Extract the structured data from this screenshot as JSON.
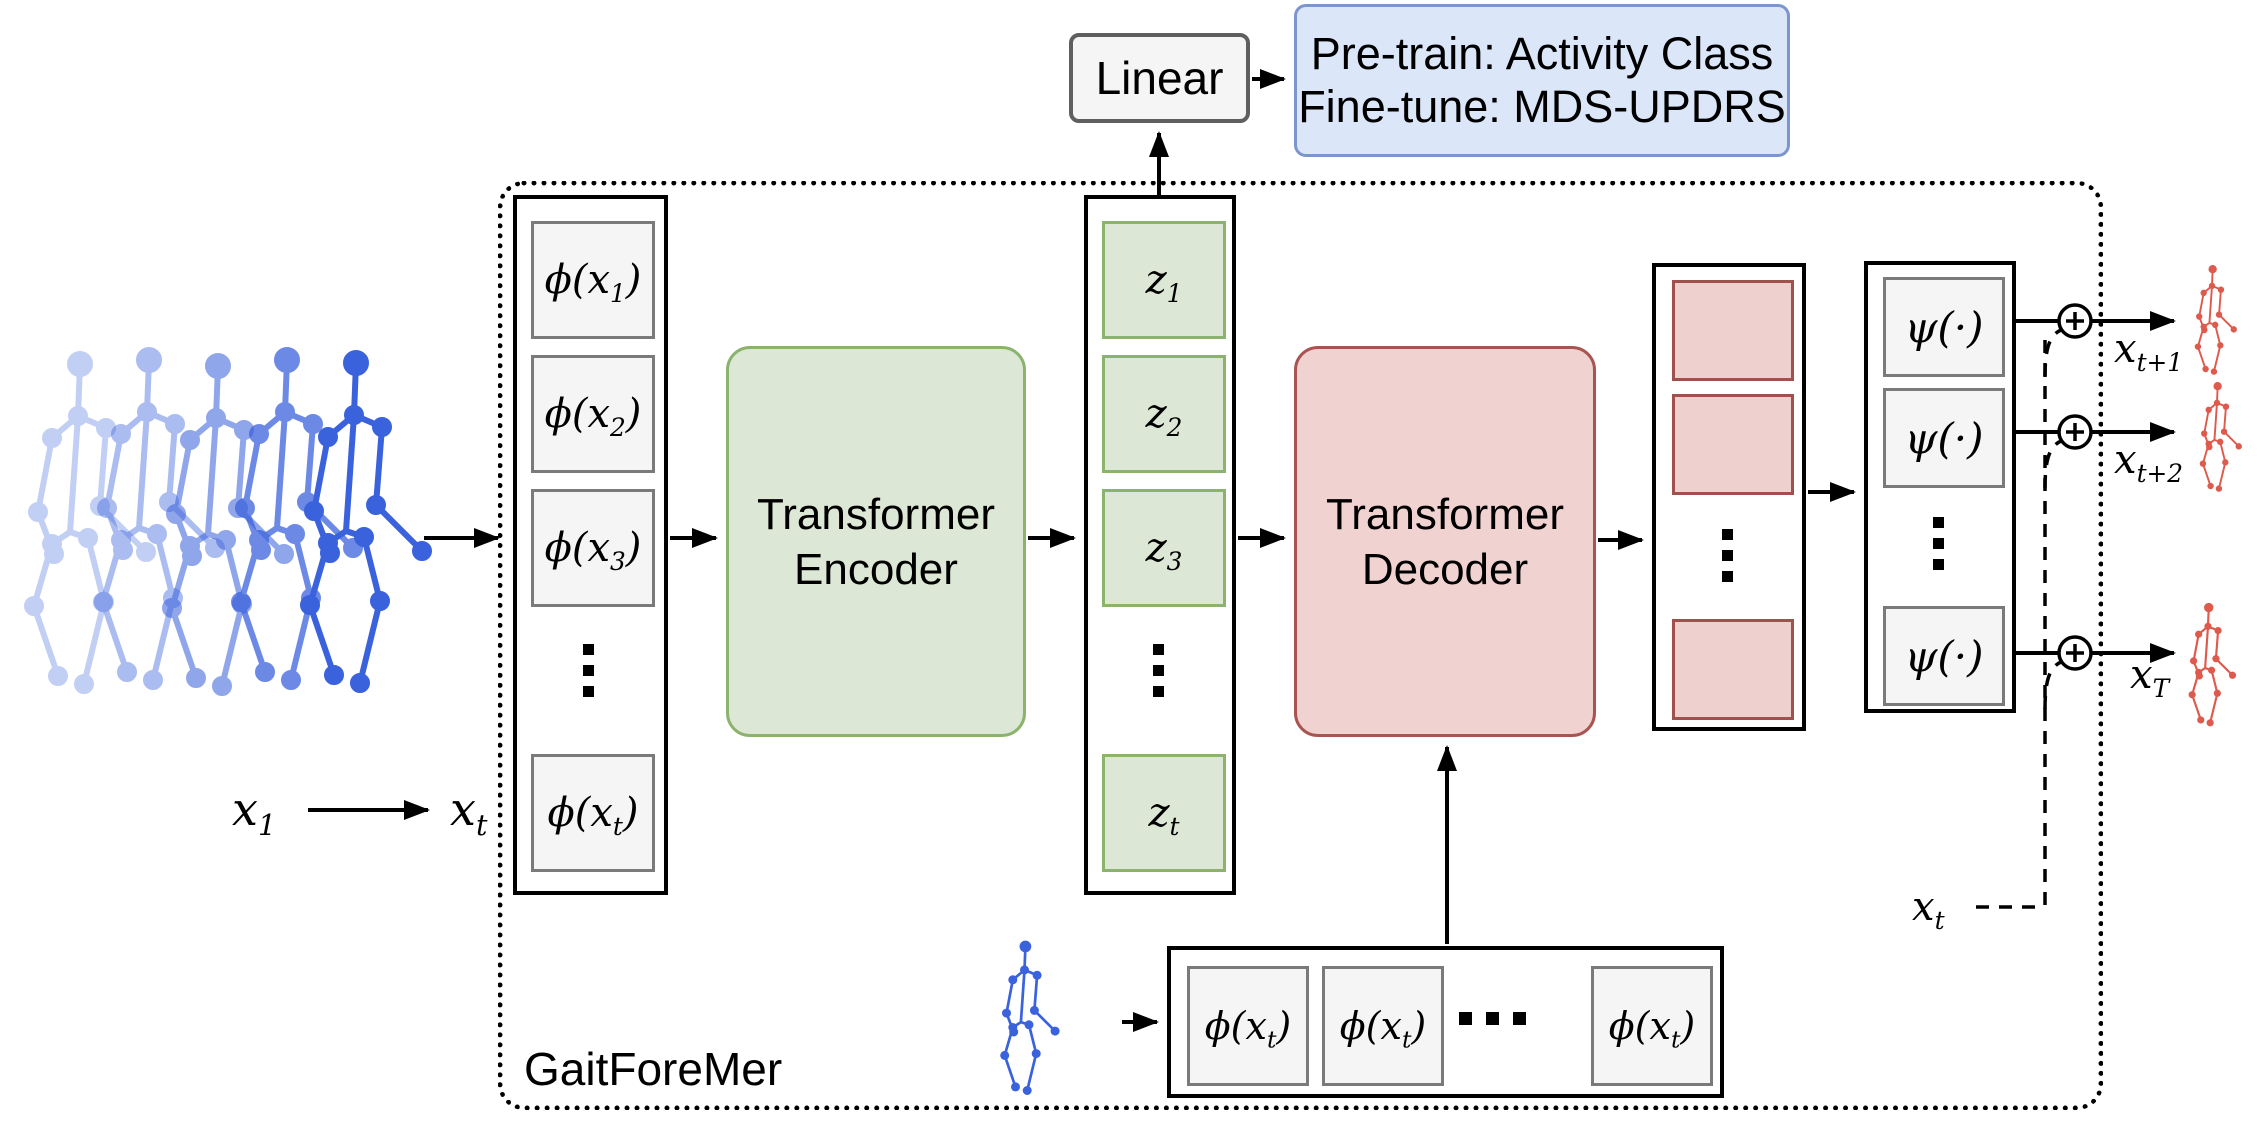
{
  "model_label": "GaitForeMer",
  "output_head": {
    "linear_label": "Linear",
    "task_line1": "Pre-train: Activity Class",
    "task_line2": "Fine-tune: MDS-UPDRS"
  },
  "input_sequence": {
    "start": {
      "base": "x",
      "sub": "1"
    },
    "end": {
      "base": "x",
      "sub": "t"
    }
  },
  "embedding_column": {
    "items": [
      {
        "pre": "ϕ(x",
        "sub": "1",
        "post": ")"
      },
      {
        "pre": "ϕ(x",
        "sub": "2",
        "post": ")"
      },
      {
        "pre": "ϕ(x",
        "sub": "3",
        "post": ")"
      },
      {
        "pre": "ϕ(x",
        "sub": "t",
        "post": ")"
      }
    ]
  },
  "encoder": {
    "line1": "Transformer",
    "line2": "Encoder"
  },
  "latent_column": {
    "items": [
      {
        "pre": "z",
        "sub": "1"
      },
      {
        "pre": "z",
        "sub": "2"
      },
      {
        "pre": "z",
        "sub": "3"
      },
      {
        "pre": "z",
        "sub": "t"
      }
    ]
  },
  "decoder": {
    "line1": "Transformer",
    "line2": "Decoder"
  },
  "psi_column": {
    "items": [
      "ψ(·)",
      "ψ(·)",
      "ψ(·)"
    ]
  },
  "outputs": {
    "items": [
      {
        "base": "x",
        "sub": "t+1"
      },
      {
        "base": "x",
        "sub": "t+2"
      },
      {
        "base": "x",
        "sub": "T"
      }
    ]
  },
  "feedback": {
    "label": {
      "base": "x",
      "sub": "t"
    }
  },
  "decoder_input_row": {
    "items": [
      {
        "pre": "ϕ(x",
        "sub": "t",
        "post": ")"
      },
      {
        "pre": "ϕ(x",
        "sub": "t",
        "post": ")"
      },
      {
        "pre": "ϕ(x",
        "sub": "t",
        "post": ")"
      }
    ]
  },
  "icons": {
    "vertical_ellipsis": "⋮",
    "horizontal_ellipsis": "⋯",
    "plus_circle": "⊕"
  },
  "colors": {
    "green_fill": "#dce8d5",
    "green_border": "#8cb36e",
    "pink_fill": "#f0d3d1",
    "pink_border": "#a85551",
    "red_cell_fill": "#eed0ce",
    "red_cell_border": "#a0504d",
    "gray_fill": "#f5f5f5",
    "gray_border": "#7a7a7a",
    "blue_fill": "#dbe6f9",
    "blue_border": "#7b96cf",
    "skeleton_blue": "#3a62dd",
    "skeleton_red": "#dd5a4d",
    "line_black": "#000000"
  }
}
